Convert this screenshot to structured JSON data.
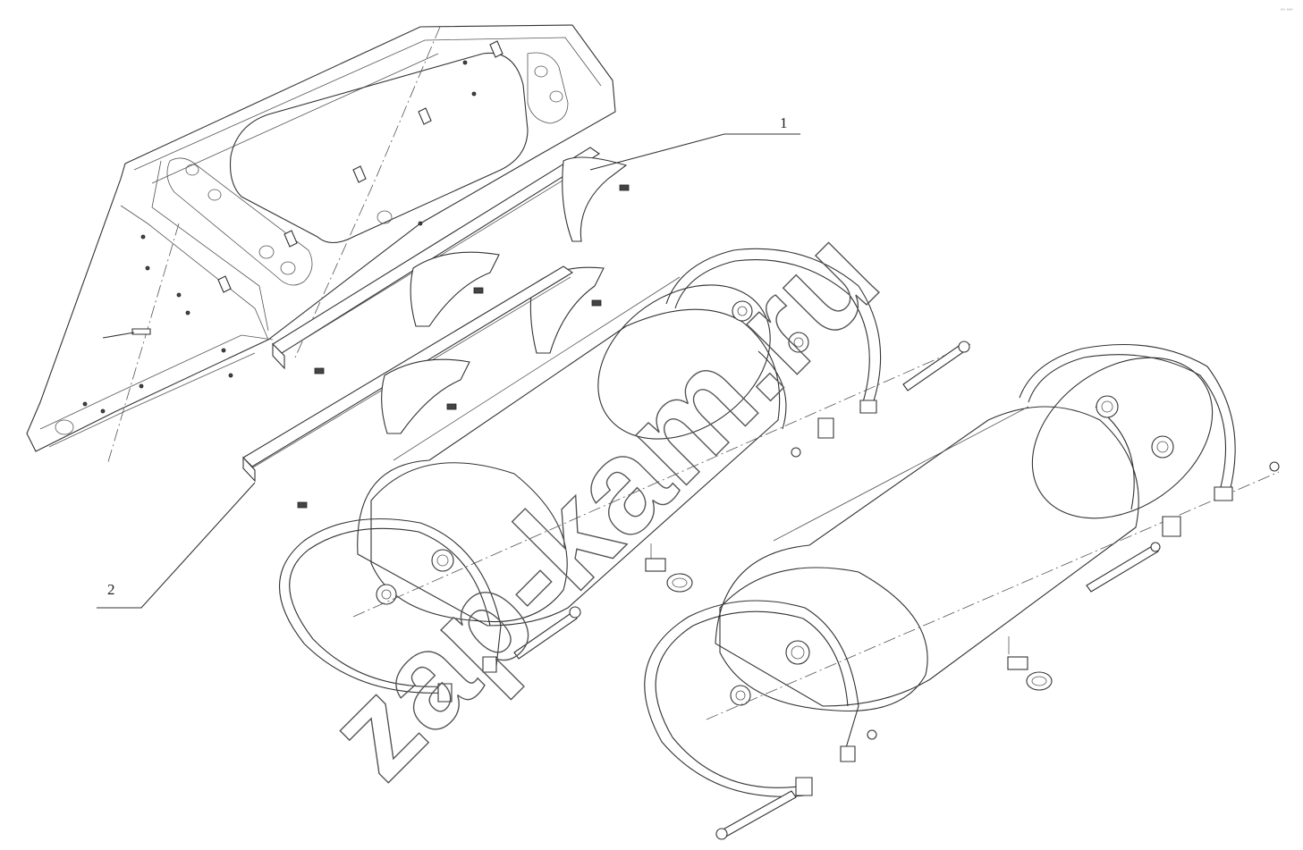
{
  "callouts": [
    {
      "label": "1"
    },
    {
      "label": "2"
    }
  ],
  "watermark": "zap-kam.ru",
  "corner_mark": "°° °°°"
}
